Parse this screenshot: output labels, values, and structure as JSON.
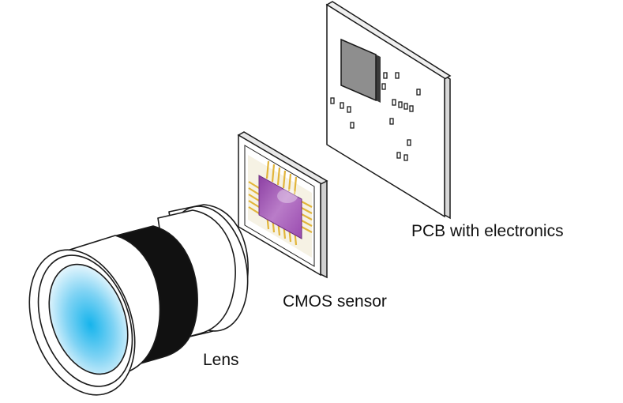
{
  "labels": {
    "pcb": "PCB with electronics",
    "cmos": "CMOS sensor",
    "lens": "Lens"
  },
  "colors": {
    "outline": "#1a1a1a",
    "chip_face": "#8e8e8e",
    "sensor_die": "#a058b0",
    "gold_pins": "#e2b53a",
    "lens_glass": "#27b7ea",
    "focus_ring": "#111111"
  }
}
